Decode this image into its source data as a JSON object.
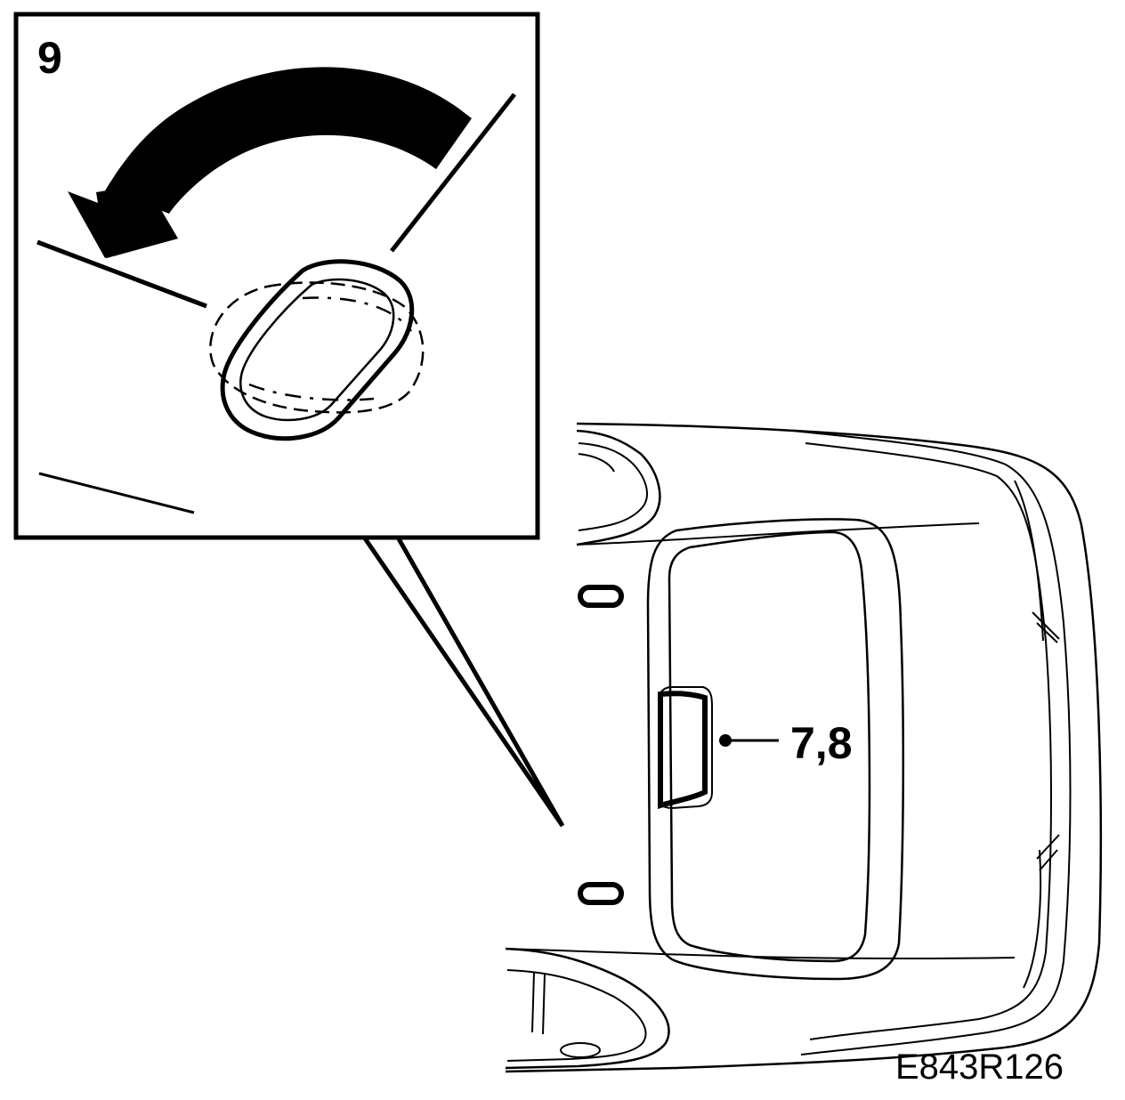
{
  "inset": {
    "step_number": "9"
  },
  "callout": {
    "label": "7,8"
  },
  "figure_code": "E843R126",
  "colors": {
    "ink": "#000000",
    "paper": "#ffffff"
  },
  "icons": {
    "rotation": "curved-arrow-counterclockwise-icon"
  }
}
